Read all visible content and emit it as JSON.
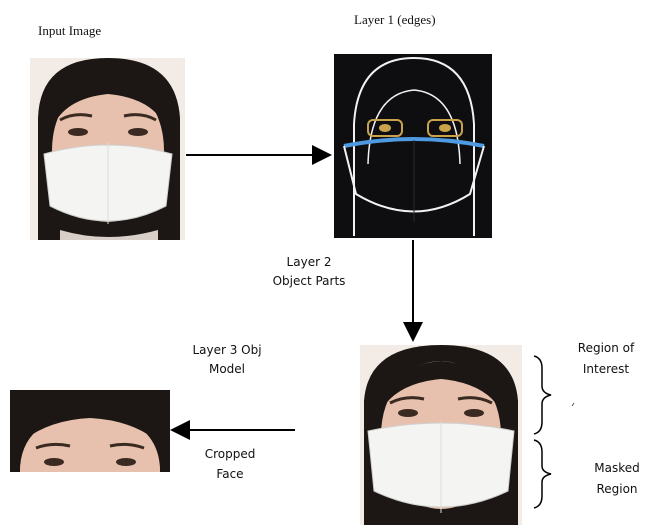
{
  "labels": {
    "input_image": "Input Image",
    "layer1": "Layer 1 (edges)",
    "layer2_line1": "Layer 2",
    "layer2_line2": "Object Parts",
    "layer3_line1": "Layer 3 Obj",
    "layer3_line2": "Model",
    "cropped_line1": "Cropped",
    "cropped_line2": "Face",
    "roi_line1": "Region of",
    "roi_line2": "Interest",
    "masked_line1": "Masked",
    "masked_line2": "Region"
  },
  "colors": {
    "skin": "#e7c1ad",
    "hair": "#1c1714",
    "mask": "#f4f4f2",
    "edge_bg": "#0e0e10",
    "edge_blue": "#4f9ae0",
    "edge_white": "#f2f2f2",
    "edge_yellow": "#c9a24a",
    "arrow": "#000000"
  }
}
